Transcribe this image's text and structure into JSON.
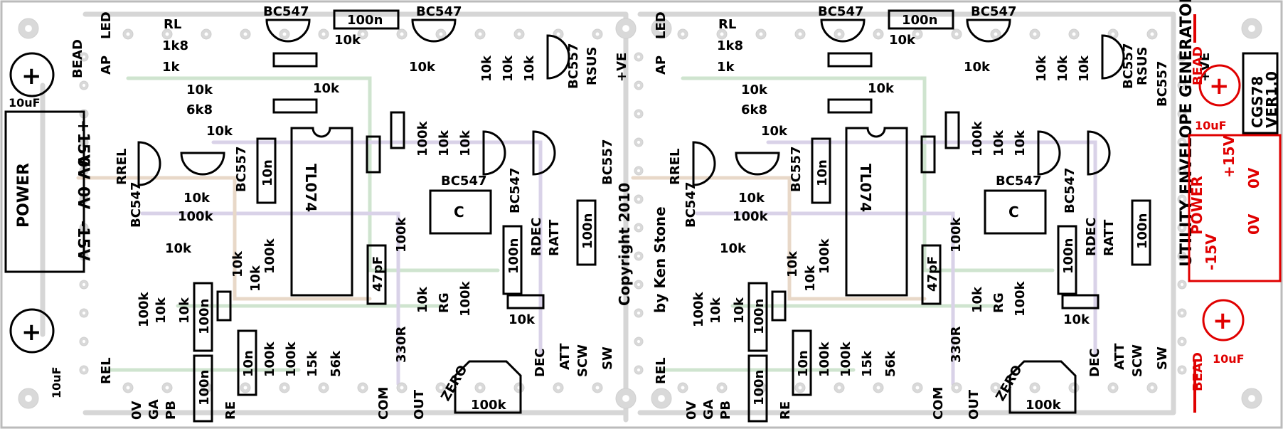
{
  "board": {
    "title": "UTILITY ENVELOPE GENERATOR",
    "copyright": "Copyright 2010",
    "author": "by Ken Stone",
    "version_label": "CGS78",
    "version": "VER1.0"
  },
  "power_connector": {
    "label": "POWER",
    "pins": [
      "+15V",
      "0V",
      "0V",
      "-15V"
    ]
  },
  "power_connector_right": {
    "label": "POWER",
    "pins": [
      "+15V",
      "-15V",
      "0V",
      "0V"
    ]
  },
  "left_module": {
    "top_labels": [
      "RL",
      "1k8",
      "1k",
      "10k",
      "6k8",
      "10k",
      "10k",
      "100k",
      "10k"
    ],
    "transistors": [
      "BC547",
      "BC547",
      "BC557",
      "BC547",
      "BC547",
      "BC557",
      "BC557",
      "BC547"
    ],
    "caps": [
      "100n",
      "10n",
      "10n",
      "100n",
      "100n",
      "100n",
      "100n",
      "47pF",
      "C"
    ],
    "resistors_mid": [
      "10k",
      "10k",
      "10k",
      "10k",
      "10k",
      "10k",
      "10k",
      "100k",
      "10k",
      "10k",
      "10k",
      "10k",
      "100k",
      "100k"
    ],
    "chip": "TL074",
    "bottom_resistors": [
      "100k",
      "10k",
      "10k",
      "10k",
      "100k",
      "100k",
      "15k",
      "56k",
      "330R",
      "10k",
      "RG",
      "100k",
      "10k"
    ],
    "pins": [
      "AP",
      "LED",
      "BEAD",
      "RREL",
      "REL",
      "0V",
      "GA",
      "PB",
      "RE",
      "COM",
      "OUT",
      "ZERO",
      "RDEC",
      "RATT",
      "RSUS",
      "DEC",
      "ATT",
      "SCW",
      "SW",
      "+VE"
    ],
    "cap_values": [
      "10uF",
      "10uF"
    ],
    "trimmer": "100k"
  },
  "right_module": {
    "top_labels": [
      "RL",
      "1k8",
      "1k",
      "10k",
      "6k8",
      "10k",
      "10k",
      "100k",
      "10k"
    ],
    "transistors": [
      "BC547",
      "BC547",
      "BC557",
      "BC547",
      "BC547",
      "BC557",
      "BC557",
      "BC547"
    ],
    "caps": [
      "100n",
      "10n",
      "10n",
      "100n",
      "100n",
      "100n",
      "100n",
      "47pF",
      "C"
    ],
    "chip": "TL074",
    "pins": [
      "AP",
      "LED",
      "RREL",
      "REL",
      "0V",
      "GA",
      "PB",
      "RE",
      "COM",
      "OUT",
      "ZERO",
      "RDEC",
      "RATT",
      "RSUS",
      "DEC",
      "ATT",
      "SCW",
      "SW",
      "+VE",
      "BEAD",
      "BEAD"
    ],
    "cap_values": [
      "10uF",
      "10uF"
    ],
    "trimmer": "100k"
  },
  "colors": {
    "silkscreen": "#000000",
    "power_highlight": "#e00000",
    "copper": "#d6d6d6",
    "background": "#ffffff"
  }
}
